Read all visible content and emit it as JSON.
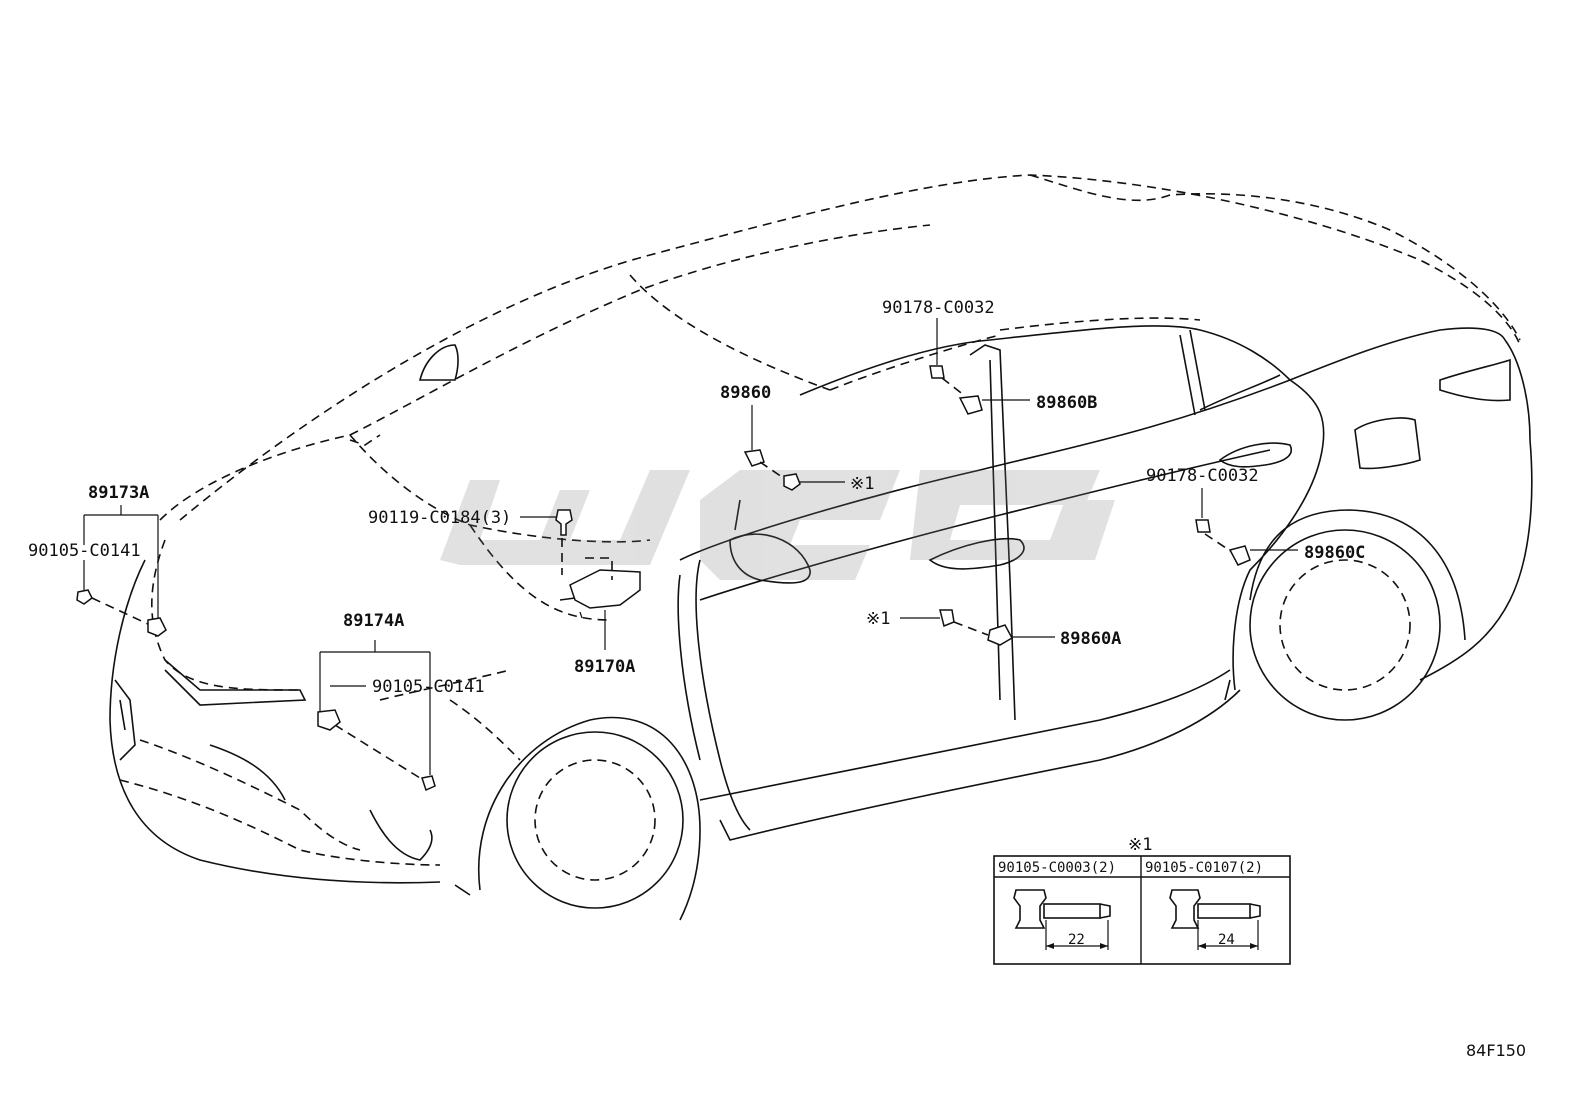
{
  "labels": {
    "p89173A": "89173A",
    "p90105_C0141_a": "90105-C0141",
    "p89174A": "89174A",
    "p90105_C0141_b": "90105-C0141",
    "p90119_C0184": "90119-C0184(3)",
    "p89170A": "89170A",
    "p89860": "89860",
    "ref1_a": "※1",
    "p90178_C0032_a": "90178-C0032",
    "p89860B": "89860B",
    "ref1_b": "※1",
    "p89860A": "89860A",
    "p90178_C0032_b": "90178-C0032",
    "p89860C": "89860C"
  },
  "inset": {
    "title": "※1",
    "col1_header": "90105-C0003(2)",
    "col2_header": "90105-C0107(2)",
    "col1_dim": "22",
    "col2_dim": "24"
  },
  "watermark_text": "WGC",
  "figure_code": "84F150"
}
